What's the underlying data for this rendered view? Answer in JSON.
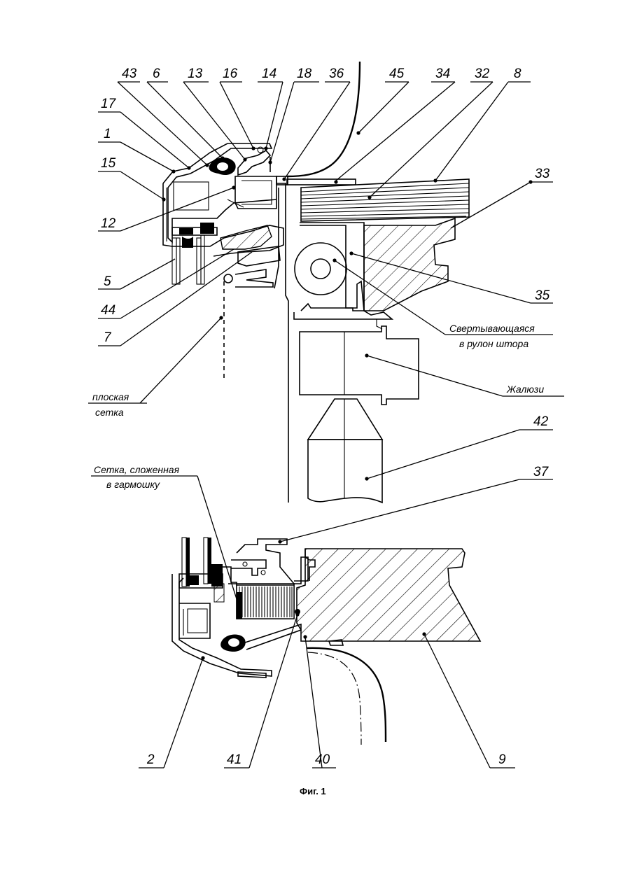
{
  "labels": {
    "n43": "43",
    "n6": "6",
    "n13": "13",
    "n16": "16",
    "n14": "14",
    "n18": "18",
    "n36": "36",
    "n45": "45",
    "n34": "34",
    "n32": "32",
    "n8": "8",
    "n17": "17",
    "n1": "1",
    "n15": "15",
    "n33": "33",
    "n12": "12",
    "n35": "35",
    "n5": "5",
    "n44": "44",
    "n7": "7",
    "n42": "42",
    "n37": "37",
    "n2": "2",
    "n41": "41",
    "n40": "40",
    "n9": "9"
  },
  "captions": {
    "roller_blind_line1": "Свертывающаяся",
    "roller_blind_line2": "в рулон штора",
    "blinds": "Жалюзи",
    "flat_mesh_line1": "плоская",
    "flat_mesh_line2": "сетка",
    "pleated_mesh_line1": "Сетка, сложенная",
    "pleated_mesh_line2": "в гармошку",
    "figure": "Фиг. 1"
  }
}
